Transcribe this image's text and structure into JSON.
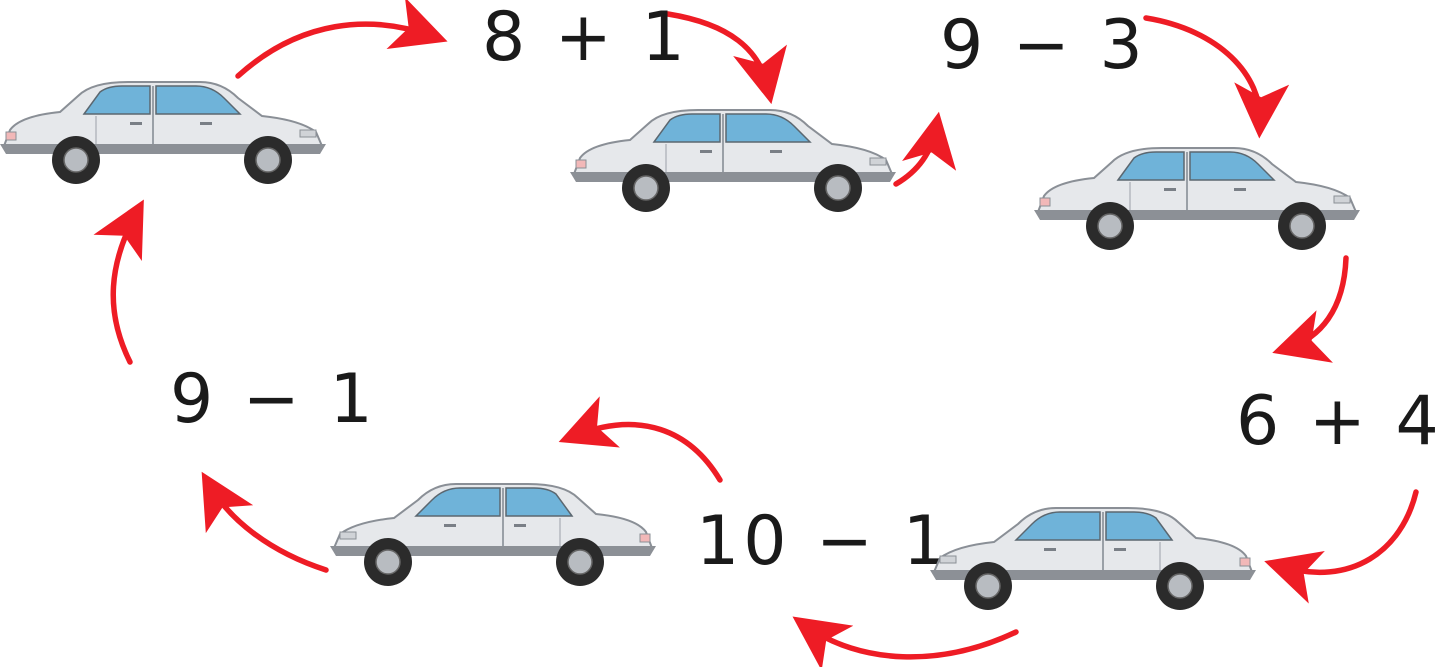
{
  "diagram": {
    "expressions": [
      "8 + 1",
      "9 − 3",
      "6 + 4",
      "10 − 1",
      "9 − 1"
    ],
    "cars": [
      {
        "color": "silver",
        "direction": "right"
      },
      {
        "color": "silver",
        "direction": "right"
      },
      {
        "color": "silver",
        "direction": "right"
      },
      {
        "color": "silver",
        "direction": "left"
      },
      {
        "color": "silver",
        "direction": "left"
      }
    ],
    "arrow_color": "#ee1c25",
    "car_body_color": "#e6e8eb",
    "car_window_color": "#6fb3d9"
  }
}
